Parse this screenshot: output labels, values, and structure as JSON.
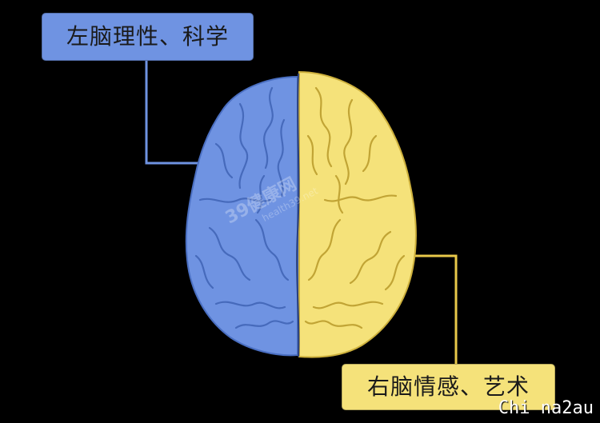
{
  "diagram": {
    "left_label": "左脑理性、科学",
    "right_label": "右脑情感、艺术",
    "watermark_main": "39健康网",
    "watermark_sub": "health39.net",
    "corner_watermark": "Chi na2au"
  },
  "colors": {
    "background": "#000000",
    "left_hemisphere": "#6f93e2",
    "left_hemisphere_dark": "#3f63b5",
    "right_hemisphere": "#f5e27a",
    "right_hemisphere_dark": "#b89a2a",
    "left_label_bg": "#6f93e2",
    "right_label_bg": "#f5e27a"
  }
}
